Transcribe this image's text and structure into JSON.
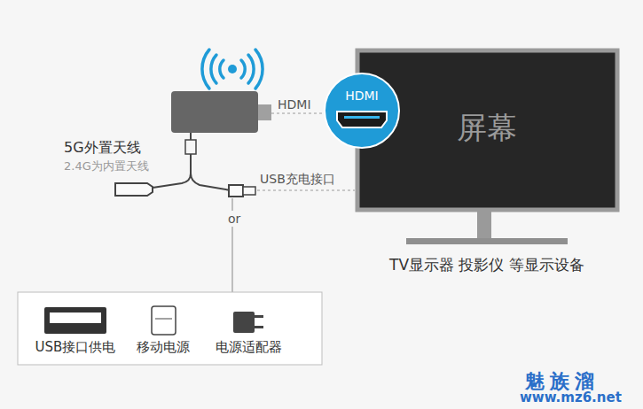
{
  "diagram": {
    "nodes": [
      {
        "text": [
          "屏幕",
          "TV显示器 投影仪 等显示设备"
        ]
      },
      {
        "text": [
          "HDMI"
        ]
      },
      {
        "text": [
          "USB接口供电",
          "移动电源",
          "电源适配器"
        ]
      }
    ],
    "labels": [
      "HDMI",
      "5G外置天线",
      "2.4G为内置天线",
      "USB充电接口",
      "or",
      "魅族溜",
      "www.mz6.net"
    ]
  }
}
